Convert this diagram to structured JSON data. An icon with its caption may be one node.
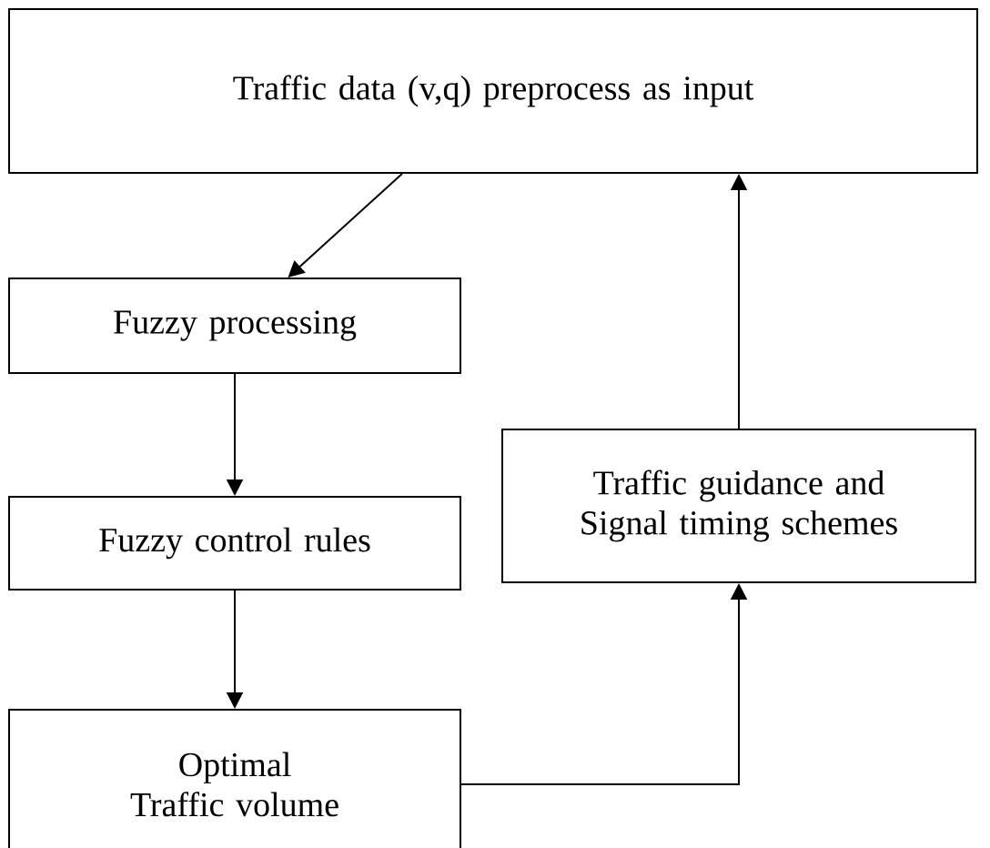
{
  "diagram": {
    "nodes": [
      {
        "text": [
          "Traffic data (v,q) preprocess as input"
        ]
      },
      {
        "text": [
          "Fuzzy processing"
        ]
      },
      {
        "text": [
          "Fuzzy control rules"
        ]
      },
      {
        "text": [
          "Optimal Traffic volume"
        ]
      },
      {
        "text": [
          "Traffic guidance and Signal timing schemes"
        ]
      }
    ],
    "edges": [
      {
        "from": 0,
        "to": 1,
        "arrow": "to"
      },
      {
        "from": 1,
        "to": 2,
        "arrow": "to"
      },
      {
        "from": 2,
        "to": 3,
        "arrow": "to"
      },
      {
        "from": 3,
        "to": 4,
        "arrow": "to"
      },
      {
        "from": 4,
        "to": 0,
        "arrow": "to"
      }
    ]
  }
}
